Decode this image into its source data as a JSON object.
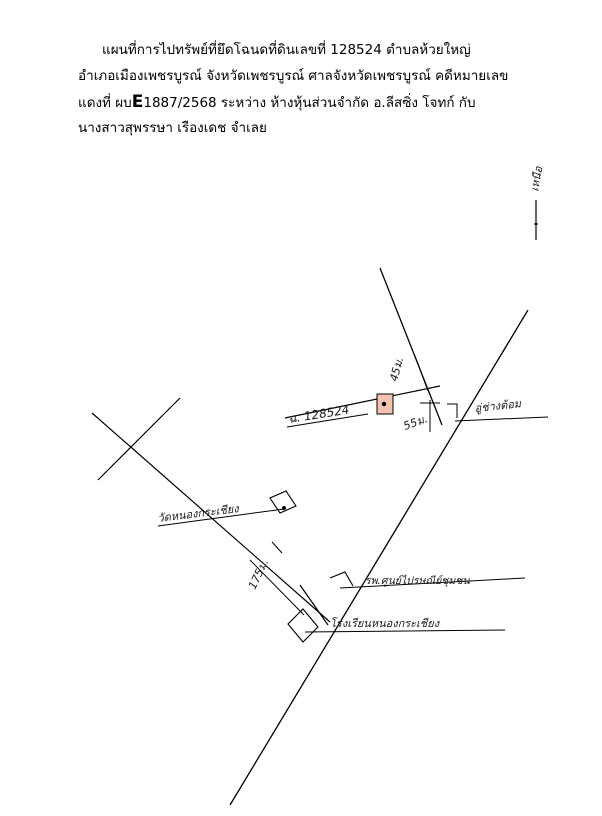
{
  "header": {
    "line1": "แผนที่การไปทรัพย์ที่ยึดโฉนดที่ดินเลขที่ 128524 ตำบลห้วยใหญ่",
    "line2": "อำเภอเมืองเพชรบูรณ์ จังหวัดเพชรบูรณ์ ศาลจังหวัดเพชรบูรณ์ คดีหมายเลข",
    "line3_prefix": "แดงที่ ผบ",
    "line3_letter": "E",
    "line3_suffix": "1887/2568 ระหว่าง ห้างหุ้นส่วนจำกัด อ.ลีสซิ่ง  โจทก์ กับ",
    "line4": "นางสาวสุพรรษา เรืองเดช  จำเลย"
  },
  "map": {
    "north_label": "เหนือ",
    "parcel_label": "ฉ. 128524",
    "dist_45": "45ม.",
    "dist_55": "55ม.",
    "dist_175": "175ม.",
    "label_temple": "วัดหนองกระเชียง",
    "label_community": "อู่ช่างต้อม",
    "label_hospital": "รพ.ศูนย์ไปรษณีย์ชุมชน",
    "label_school": "โรงเรียนหนองกระเชียง",
    "parcel_color": "#f4c2b0"
  }
}
